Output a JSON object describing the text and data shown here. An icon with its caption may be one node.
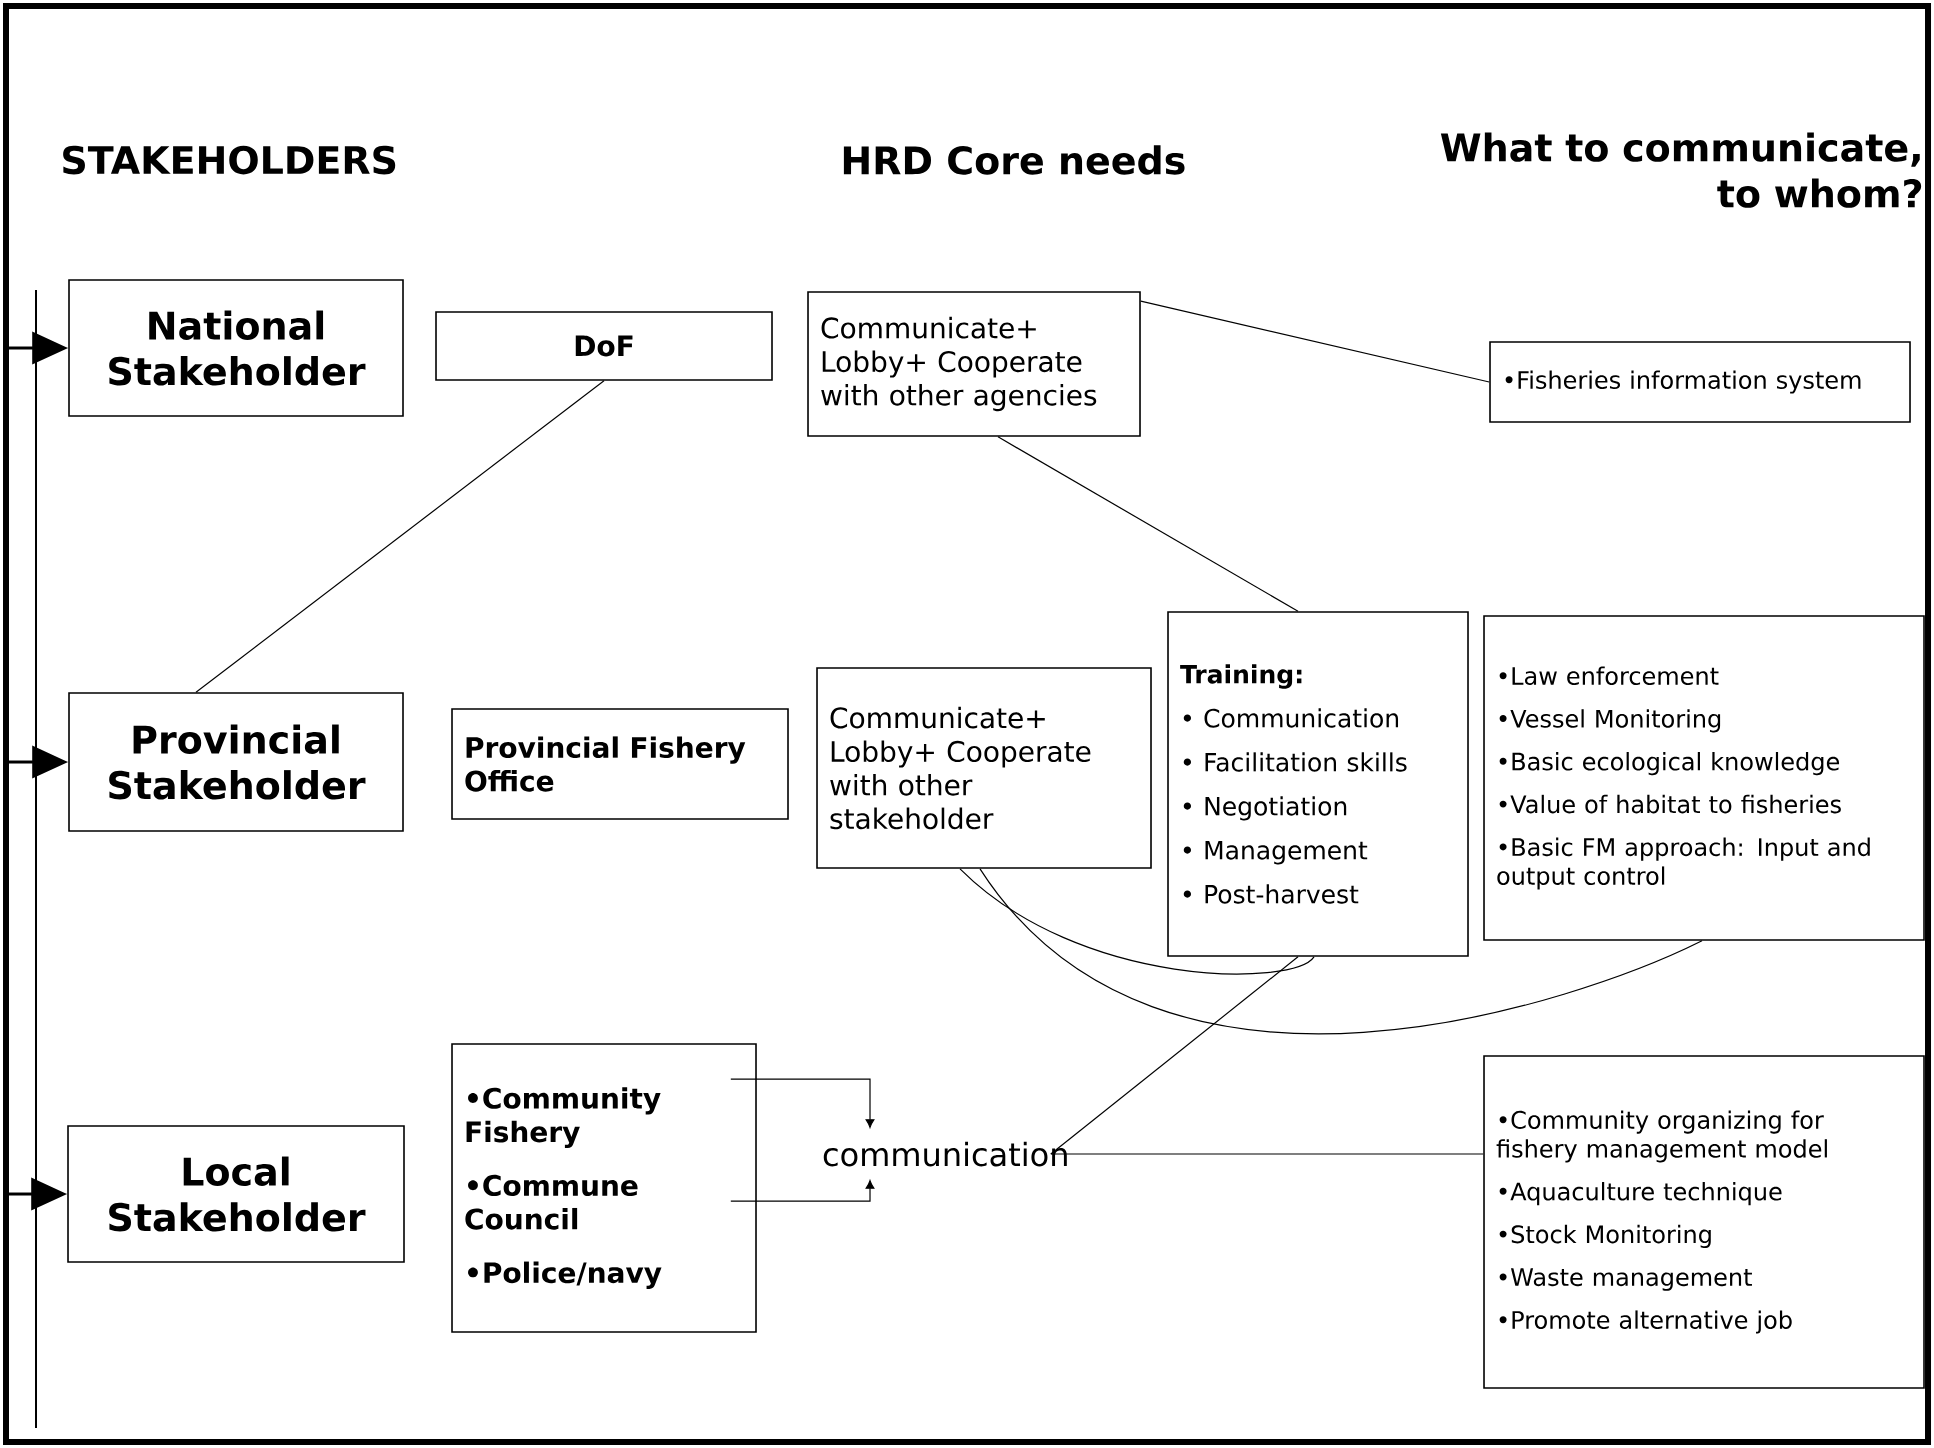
{
  "diagram": {
    "nodes": [
      {
        "text": [
          "National Stakeholder"
        ]
      },
      {
        "text": [
          "DoF"
        ]
      },
      {
        "text": [
          "Communicate+ Lobby+ Cooperate with other agencies"
        ]
      },
      {
        "text": [
          "•Fisheries information system"
        ]
      },
      {
        "text": [
          "Provincial Stakeholder"
        ]
      },
      {
        "text": [
          "Provincial Fishery Office"
        ]
      },
      {
        "text": [
          "Communicate+ Lobby+ Cooperate with other stakeholder"
        ]
      },
      {
        "text": [
          "Training:",
          "• Communication",
          "• Facilitation skills",
          "• Negotiation",
          "• Management",
          "• Post-harvest"
        ]
      },
      {
        "text": [
          "•Law enforcement",
          "•Vessel Monitoring",
          "•Basic ecological knowledge",
          "•Value of habitat to fisheries",
          "•Basic FM approach: Input and output control"
        ]
      },
      {
        "text": [
          "Local Stakeholder"
        ]
      },
      {
        "text": [
          "•Community Fishery",
          "•Commune Council",
          "•Police/navy"
        ]
      },
      {
        "text": [
          "communication"
        ]
      },
      {
        "text": [
          "•Community organizing for fishery management model",
          "•Aquaculture technique",
          "•Stock Monitoring",
          "•Waste management",
          "•Promote alternative job"
        ]
      }
    ],
    "edges": [
      {
        "from": null,
        "to": 0,
        "arrow": "to"
      },
      {
        "from": null,
        "to": 4,
        "arrow": "to"
      },
      {
        "from": null,
        "to": 9,
        "arrow": "to"
      },
      {
        "from": 2,
        "to": 3,
        "arrow": "none"
      },
      {
        "from": 1,
        "to": 4,
        "arrow": "none"
      },
      {
        "from": 2,
        "to": 7,
        "arrow": "none"
      },
      {
        "from": 6,
        "to": 7,
        "arrow": "none"
      },
      {
        "from": 6,
        "to": 8,
        "arrow": "none"
      },
      {
        "from": 11,
        "to": 7,
        "arrow": "none"
      },
      {
        "from": 11,
        "to": 12,
        "arrow": "none"
      },
      {
        "from": 10,
        "to": 11,
        "arrow": "to"
      },
      {
        "from": 10,
        "to": 11,
        "arrow": "to"
      }
    ],
    "labels": [
      "STAKEHOLDERS",
      "HRD Core needs",
      "What to communicate, to whom?"
    ]
  }
}
